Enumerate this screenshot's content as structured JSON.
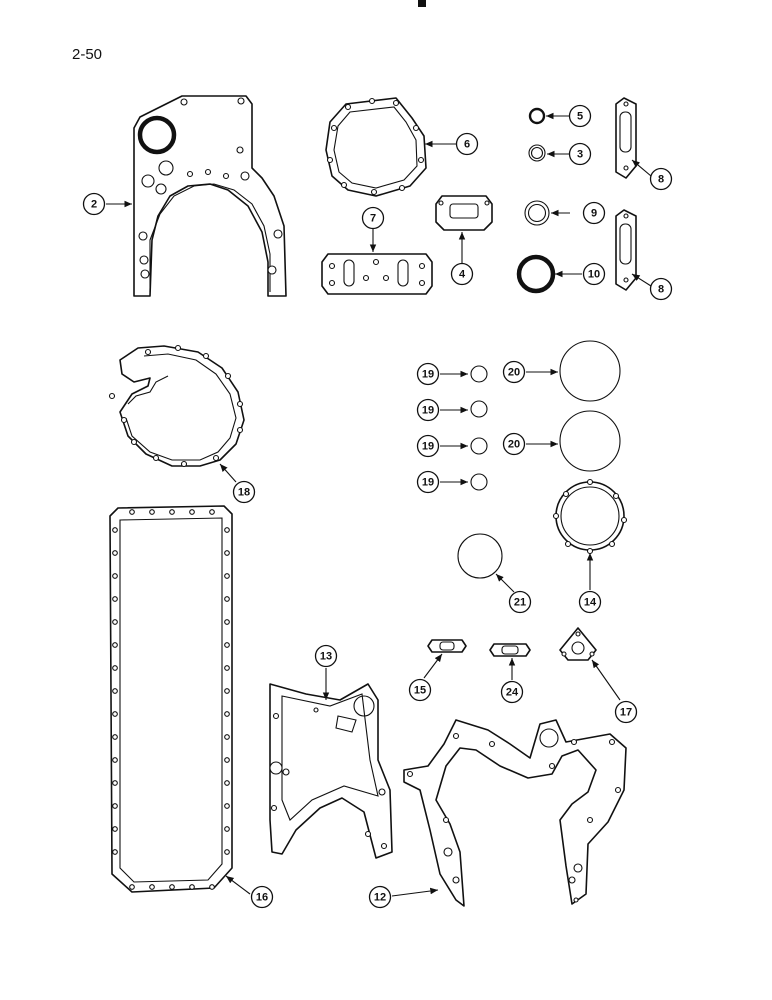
{
  "page_number": "2-50",
  "callouts": [
    {
      "id": "c2",
      "label": "2"
    },
    {
      "id": "c6",
      "label": "6"
    },
    {
      "id": "c5",
      "label": "5"
    },
    {
      "id": "c3",
      "label": "3"
    },
    {
      "id": "c8a",
      "label": "8"
    },
    {
      "id": "c7",
      "label": "7"
    },
    {
      "id": "c4",
      "label": "4"
    },
    {
      "id": "c9",
      "label": "9"
    },
    {
      "id": "c10",
      "label": "10"
    },
    {
      "id": "c8b",
      "label": "8"
    },
    {
      "id": "c18",
      "label": "18"
    },
    {
      "id": "c19a",
      "label": "19"
    },
    {
      "id": "c20a",
      "label": "20"
    },
    {
      "id": "c19b",
      "label": "19"
    },
    {
      "id": "c19c",
      "label": "19"
    },
    {
      "id": "c20b",
      "label": "20"
    },
    {
      "id": "c19d",
      "label": "19"
    },
    {
      "id": "c21",
      "label": "21"
    },
    {
      "id": "c14",
      "label": "14"
    },
    {
      "id": "c13",
      "label": "13"
    },
    {
      "id": "c15",
      "label": "15"
    },
    {
      "id": "c24",
      "label": "24"
    },
    {
      "id": "c17",
      "label": "17"
    },
    {
      "id": "c16",
      "label": "16"
    },
    {
      "id": "c12",
      "label": "12"
    }
  ]
}
